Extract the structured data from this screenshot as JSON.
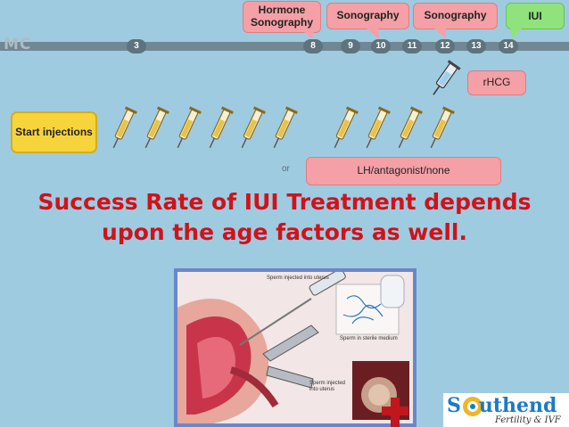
{
  "timeline": {
    "start_label": "MC",
    "days": [
      "3",
      "8",
      "9",
      "10",
      "11",
      "12",
      "13",
      "14"
    ]
  },
  "callouts": {
    "hormone_sonography": "Hormone Sonography",
    "sonography_1": "Sonography",
    "sonography_2": "Sonography",
    "iui": "IUI",
    "rhcg": "rHCG",
    "start_injections": "Start injections",
    "or_label": "or",
    "lh_option": "LH/antagonist/none"
  },
  "headline": {
    "line1": "Success Rate of IUI Treatment depends",
    "line2": "upon the age factors as well."
  },
  "illustration": {
    "label_top": "Sperm injected into uterus",
    "label_mid": "Sperm in sterile medium",
    "label_bottom": "Sperm injected into uterus"
  },
  "logo": {
    "name_prefix": "S",
    "name_rest": "uthend",
    "tagline": "Fertility & IVF"
  },
  "colors": {
    "background": "#9fcbe0",
    "headline": "#d0121b",
    "callout_pink": "#f4a0a6",
    "callout_green": "#8fe27c",
    "start_yellow": "#f7d43b",
    "timeline": "#6f8894"
  }
}
